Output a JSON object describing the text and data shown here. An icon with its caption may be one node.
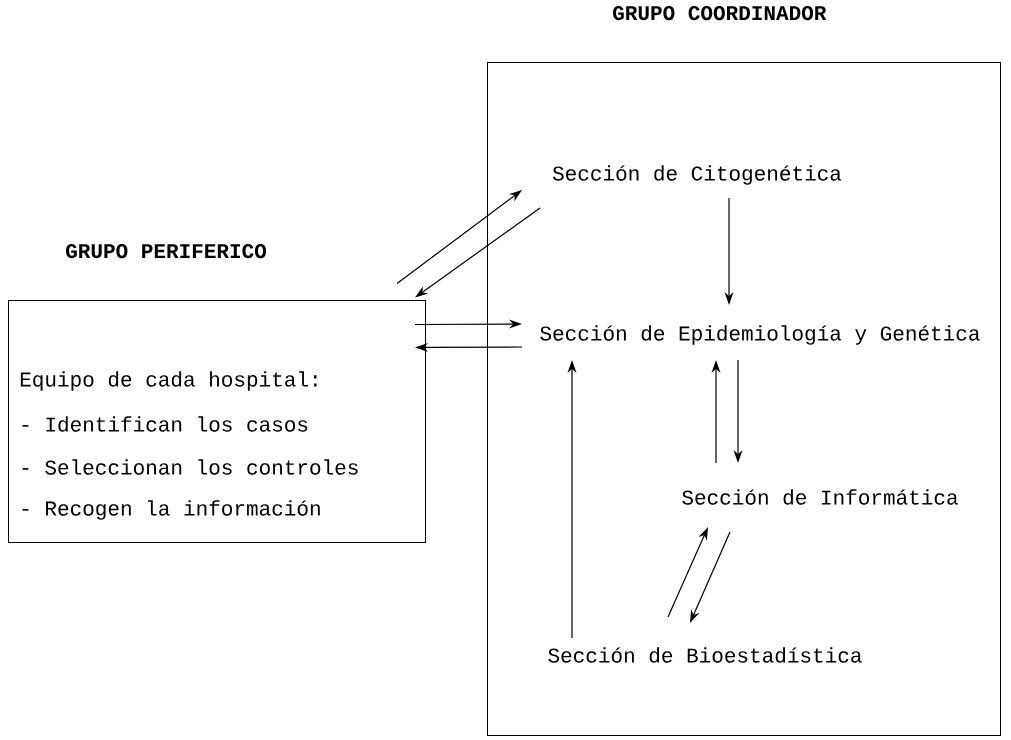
{
  "diagram": {
    "nodes": [
      {
        "text": [
          "GRUPO PERIFERICO",
          "Equipo de cada hospital:",
          "- Identifican los casos",
          "- Seleccionan los controles",
          "- Recogen la información"
        ]
      },
      {
        "text": [
          "GRUPO COORDINADOR"
        ]
      },
      {
        "text": [
          "Sección de Citogenética"
        ],
        "in": 1
      },
      {
        "text": [
          "Sección de Epidemiología y Genética"
        ],
        "in": 1
      },
      {
        "text": [
          "Sección de Informática"
        ],
        "in": 1
      },
      {
        "text": [
          "Sección de Bioestadística"
        ],
        "in": 1
      }
    ],
    "edges": [
      {
        "from": 0,
        "to": 2,
        "arrow": "to"
      },
      {
        "from": 2,
        "to": 0,
        "arrow": "to"
      },
      {
        "from": 0,
        "to": 3,
        "arrow": "to"
      },
      {
        "from": 3,
        "to": 0,
        "arrow": "to"
      },
      {
        "from": 2,
        "to": 3,
        "arrow": "to"
      },
      {
        "from": 5,
        "to": 3,
        "arrow": "to"
      },
      {
        "from": 4,
        "to": 3,
        "arrow": "to"
      },
      {
        "from": 3,
        "to": 4,
        "arrow": "to"
      },
      {
        "from": 5,
        "to": 4,
        "arrow": "to"
      },
      {
        "from": 4,
        "to": 5,
        "arrow": "to"
      }
    ]
  }
}
